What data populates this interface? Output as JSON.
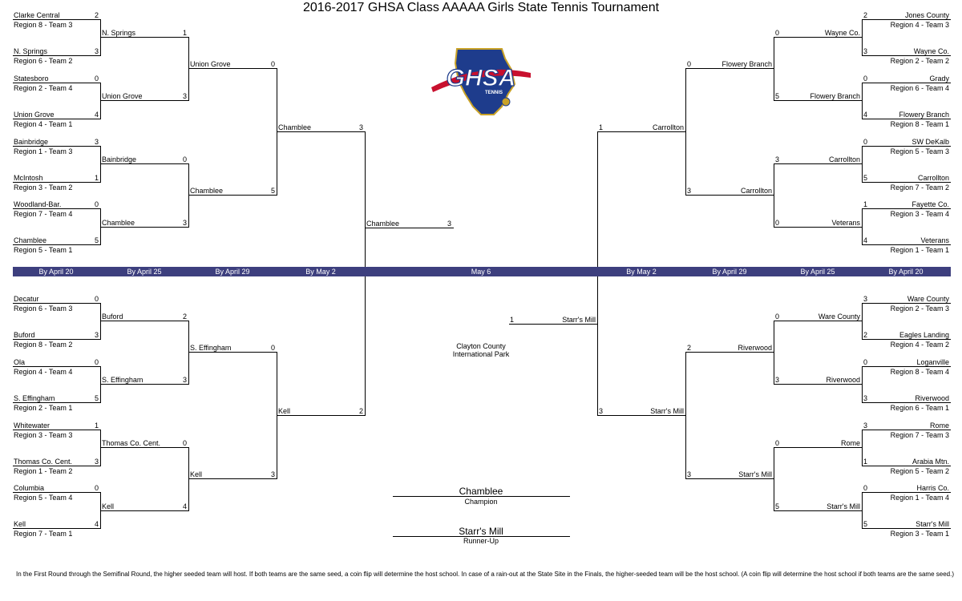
{
  "title": "2016-2017 GHSA Class AAAAA Girls State Tennis Tournament",
  "logo_text": "GHSA",
  "logo_subtext": "TENNIS",
  "colors": {
    "band": "#3d3f7e",
    "logo_blue": "#1e3c8c",
    "logo_red": "#c8102e",
    "logo_gold": "#c9a227"
  },
  "rounds": {
    "left": [
      "By April 20",
      "By April 25",
      "By April 29",
      "By May 2"
    ],
    "center": "May 6",
    "right": [
      "By May 2",
      "By April 29",
      "By April 25",
      "By April 20"
    ]
  },
  "left_top": {
    "r1": [
      {
        "team": "Clarke Central",
        "seed": "Region 8 - Team 3",
        "score": "2"
      },
      {
        "team": "N. Springs",
        "seed": "Region 6 - Team 2",
        "score": "3"
      },
      {
        "team": "Statesboro",
        "seed": "Region 2 - Team 4",
        "score": "0"
      },
      {
        "team": "Union Grove",
        "seed": "Region 4 - Team 1",
        "score": "4"
      },
      {
        "team": "Bainbridge",
        "seed": "Region 1 - Team 3",
        "score": "3"
      },
      {
        "team": "McIntosh",
        "seed": "Region 3 - Team 2",
        "score": "1"
      },
      {
        "team": "Woodland-Bar.",
        "seed": "Region 7 - Team 4",
        "score": "0"
      },
      {
        "team": "Chamblee",
        "seed": "Region 5 - Team 1",
        "score": "5"
      }
    ],
    "r2": [
      {
        "team": "N. Springs",
        "score": "1"
      },
      {
        "team": "Union Grove",
        "score": "3"
      },
      {
        "team": "Bainbridge",
        "score": "0"
      },
      {
        "team": "Chamblee",
        "score": "3"
      }
    ],
    "r3": [
      {
        "team": "Union Grove",
        "score": "0"
      },
      {
        "team": "Chamblee",
        "score": "5"
      }
    ],
    "r4": {
      "team": "Chamblee",
      "score": "3"
    }
  },
  "left_bottom": {
    "r1": [
      {
        "team": "Decatur",
        "seed": "Region 6 - Team 3",
        "score": "0"
      },
      {
        "team": "Buford",
        "seed": "Region 8 - Team 2",
        "score": "3"
      },
      {
        "team": "Ola",
        "seed": "Region 4 - Team 4",
        "score": "0"
      },
      {
        "team": "S. Effingham",
        "seed": "Region 2 - Team 1",
        "score": "5"
      },
      {
        "team": "Whitewater",
        "seed": "Region 3 - Team 3",
        "score": "1"
      },
      {
        "team": "Thomas Co. Cent.",
        "seed": "Region 1 - Team 2",
        "score": "3"
      },
      {
        "team": "Columbia",
        "seed": "Region 5 - Team 4",
        "score": "0"
      },
      {
        "team": "Kell",
        "seed": "Region 7 - Team 1",
        "score": "4"
      }
    ],
    "r2": [
      {
        "team": "Buford",
        "score": "2"
      },
      {
        "team": "S. Effingham",
        "score": "3"
      },
      {
        "team": "Thomas Co. Cent.",
        "score": "0"
      },
      {
        "team": "Kell",
        "score": "4"
      }
    ],
    "r3": [
      {
        "team": "S. Effingham",
        "score": "0"
      },
      {
        "team": "Kell",
        "score": "3"
      }
    ],
    "r4": {
      "team": "Kell",
      "score": "2"
    }
  },
  "right_top": {
    "r1": [
      {
        "team": "Jones County",
        "seed": "Region 4 - Team 3",
        "score": "2"
      },
      {
        "team": "Wayne Co.",
        "seed": "Region 2 - Team 2",
        "score": "3"
      },
      {
        "team": "Grady",
        "seed": "Region 6 - Team 4",
        "score": "0"
      },
      {
        "team": "Flowery Branch",
        "seed": "Region 8 - Team 1",
        "score": "4"
      },
      {
        "team": "SW DeKalb",
        "seed": "Region 5 - Team 3",
        "score": "0"
      },
      {
        "team": "Carrollton",
        "seed": "Region 7 - Team 2",
        "score": "5"
      },
      {
        "team": "Fayette Co.",
        "seed": "Region 3 - Team 4",
        "score": "1"
      },
      {
        "team": "Veterans",
        "seed": "Region 1 - Team 1",
        "score": "4"
      }
    ],
    "r2": [
      {
        "team": "Wayne Co.",
        "score": "0"
      },
      {
        "team": "Flowery Branch",
        "score": "5"
      },
      {
        "team": "Carrollton",
        "score": "3"
      },
      {
        "team": "Veterans",
        "score": "0"
      }
    ],
    "r3": [
      {
        "team": "Flowery Branch",
        "score": "0"
      },
      {
        "team": "Carrollton",
        "score": "3"
      }
    ],
    "r4": {
      "team": "Carrollton",
      "score": "1"
    }
  },
  "right_bottom": {
    "r1": [
      {
        "team": "Ware County",
        "seed": "Region 2 - Team 3",
        "score": "3"
      },
      {
        "team": "Eagles Landing",
        "seed": "Region 4 - Team 2",
        "score": "2"
      },
      {
        "team": "Loganville",
        "seed": "Region 8 - Team 4",
        "score": "0"
      },
      {
        "team": "Riverwood",
        "seed": "Region 6 - Team 1",
        "score": "3"
      },
      {
        "team": "Rome",
        "seed": "Region 7 - Team 3",
        "score": "3"
      },
      {
        "team": "Arabia Mtn.",
        "seed": "Region 5 - Team 2",
        "score": "1"
      },
      {
        "team": "Harris Co.",
        "seed": "Region 1 - Team 4",
        "score": "0"
      },
      {
        "team": "Starr's Mill",
        "seed": "Region 3 - Team 1",
        "score": "5"
      }
    ],
    "r2": [
      {
        "team": "Ware County",
        "score": "0"
      },
      {
        "team": "Riverwood",
        "score": "3"
      },
      {
        "team": "Rome",
        "score": "0"
      },
      {
        "team": "Starr's Mill",
        "score": "5"
      }
    ],
    "r3": [
      {
        "team": "Riverwood",
        "score": "2"
      },
      {
        "team": "Starr's Mill",
        "score": "3"
      }
    ],
    "r4": {
      "team": "Starr's Mill",
      "score": "3"
    }
  },
  "final": {
    "top": {
      "team": "Chamblee",
      "score": "3"
    },
    "bottom": {
      "team": "Starr's Mill",
      "score": "1"
    }
  },
  "venue": [
    "Clayton County",
    "International Park"
  ],
  "champion": {
    "team": "Chamblee",
    "label": "Champion"
  },
  "runner_up": {
    "team": "Starr's Mill",
    "label": "Runner-Up"
  },
  "footer": "In the First Round through the Semifinal Round, the higher seeded team will host. If both teams are the same seed, a coin flip will determine the host school. In case of a rain-out at the State Site in the Finals, the higher-seeded team will be the host school.  (A coin flip will determine the host school if both teams are the same seed.)"
}
